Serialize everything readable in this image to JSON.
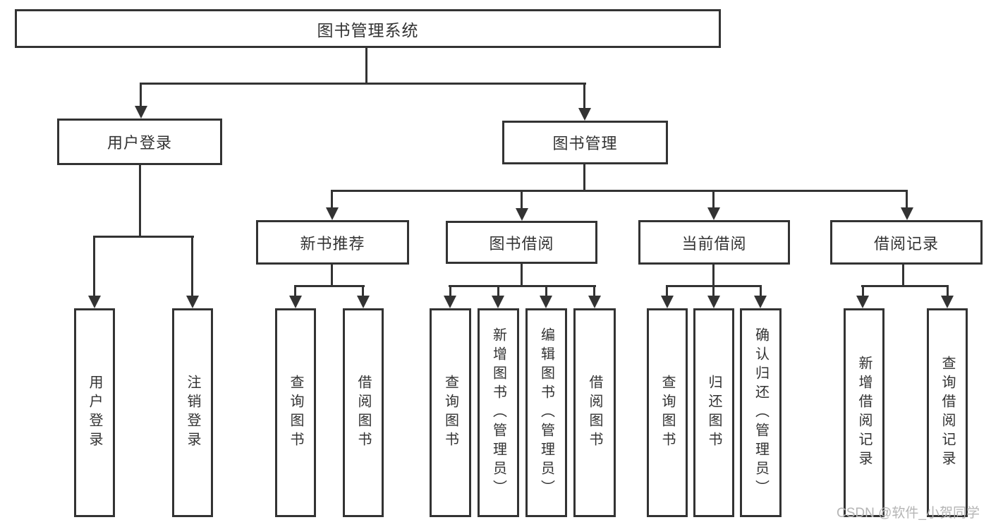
{
  "diagram": {
    "title": "图书管理系统",
    "level2": [
      {
        "label": "用户登录"
      },
      {
        "label": "图书管理"
      }
    ],
    "level3": [
      {
        "label": "新书推荐"
      },
      {
        "label": "图书借阅"
      },
      {
        "label": "当前借阅"
      },
      {
        "label": "借阅记录"
      }
    ],
    "leaves": {
      "user_login": [
        "用户登录",
        "注销登录"
      ],
      "new_book_rec": [
        "查询图书",
        "借阅图书"
      ],
      "book_borrow": [
        "查询图书",
        "新增图书（管理员）",
        "编辑图书（管理员）",
        "借阅图书"
      ],
      "current_borrow": [
        "查询图书",
        "归还图书",
        "确认归还（管理员）"
      ],
      "borrow_record": [
        "新增借阅记录",
        "查询借阅记录"
      ]
    }
  },
  "watermark": {
    "text": "CSDN @软件_小贺同学"
  },
  "colors": {
    "line": "#333333",
    "border": "#333333",
    "text": "#333333",
    "background": "#ffffff",
    "watermark": "#b5b5b5"
  }
}
